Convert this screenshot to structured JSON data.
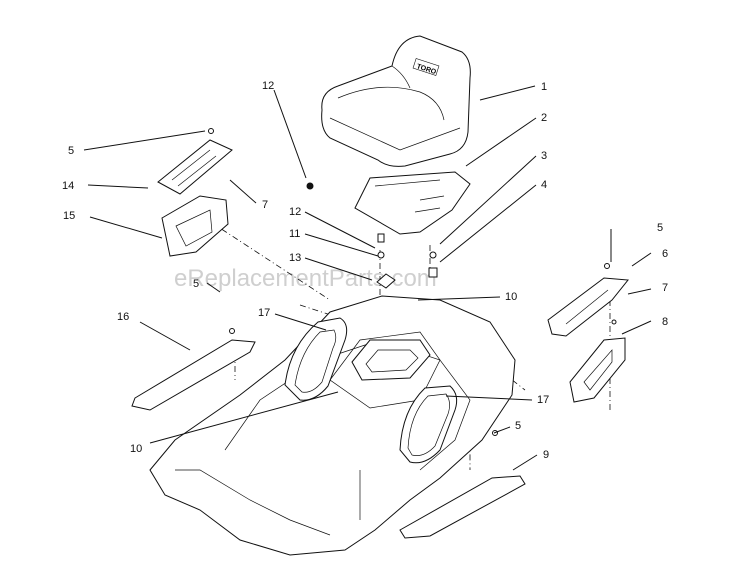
{
  "watermark": "eReplacementParts.com",
  "seat_logo": "TORO",
  "callouts": {
    "c1": "1",
    "c2": "2",
    "c3": "3",
    "c4": "4",
    "c5a": "5",
    "c5b": "5",
    "c5c": "5",
    "c5d": "5",
    "c6": "6",
    "c7a": "7",
    "c7b": "7",
    "c8": "8",
    "c9": "9",
    "c10a": "10",
    "c10b": "10",
    "c11": "11",
    "c12a": "12",
    "c12b": "12",
    "c13": "13",
    "c14": "14",
    "c15": "15",
    "c16": "16",
    "c17a": "17",
    "c17b": "17"
  }
}
